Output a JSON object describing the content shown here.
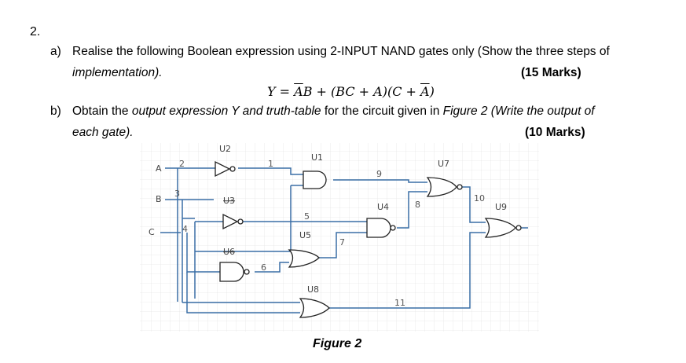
{
  "question": {
    "number": "2.",
    "part_a": {
      "label": "a)",
      "text_line1": "Realise the following Boolean expression using 2-INPUT NAND gates only (Show the three steps of",
      "text_line2": "implementation).",
      "marks": "(15 Marks)",
      "formula": {
        "lhs": "Y = ",
        "a_bar": "A",
        "mid": "B + (BC + A)(C + ",
        "a_bar2": "A",
        "end": ")"
      }
    },
    "part_b": {
      "label": "b)",
      "text_pre": "Obtain the ",
      "text_it1": "output expression Y and truth-table",
      "text_mid": " for the circuit given in ",
      "text_it2": "Figure 2 (Write the output of",
      "text_line2": "each gate).",
      "marks": "(10 Marks)"
    }
  },
  "figure": {
    "caption": "Figure 2",
    "inputs": [
      "A",
      "B",
      "C"
    ],
    "gates": [
      "U1",
      "U2",
      "U3",
      "U4",
      "U5",
      "U6",
      "U7",
      "U8",
      "U9"
    ],
    "nets": [
      "2",
      "3",
      "4",
      "1",
      "9",
      "5",
      "6",
      "7",
      "8",
      "10",
      "11"
    ]
  },
  "colors": {
    "wire": "#3a6ea5",
    "grid": "#e6e6e6",
    "gate": "#222222"
  }
}
